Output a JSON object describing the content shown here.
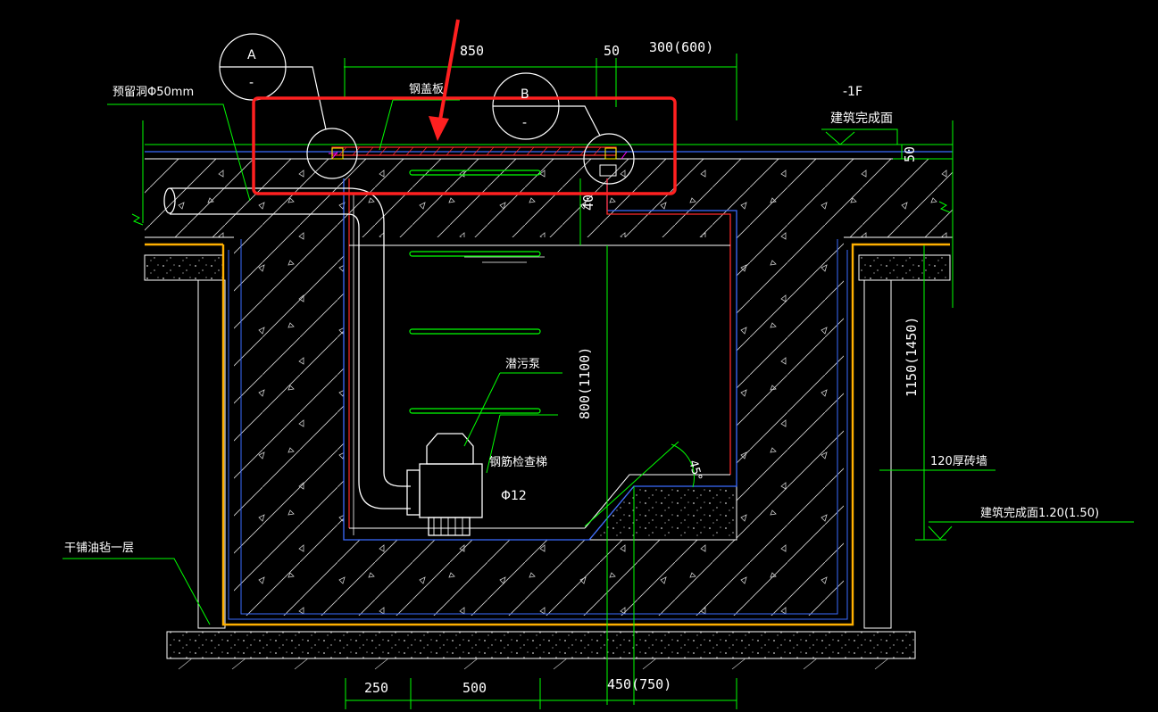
{
  "colors": {
    "background": "#000000",
    "green": "#00ff00",
    "cyan": "#00ffff",
    "blue": "#3a6bff",
    "red": "#ff2a2a",
    "orange": "#ffb000",
    "white": "#ffffff",
    "magenta": "#ff00ff",
    "highlight": "#ff2020"
  },
  "labels": {
    "callout_a": "A",
    "callout_a_sub": "-",
    "callout_b": "B",
    "callout_b_sub": "-",
    "reserved_hole": "预留洞Φ50mm",
    "steel_cover": "钢盖板",
    "floor_level": "-1F",
    "finished_surface_top": "建筑完成面",
    "sewage_pump": "潜污泵",
    "rebar_ladder": "钢筋检查梯",
    "rebar_dia": "Φ12",
    "angle": "45°",
    "brick_wall": "120厚砖墙",
    "finished_surface_bottom": "建筑完成面1.20(1.50)",
    "felt_layer": "干铺油毡一层"
  },
  "dimensions": {
    "top_width": "850",
    "top_gap": "50",
    "top_right": "300(600)",
    "slab_thickness": "50",
    "cover_depth": "40",
    "pit_depth": "800(1100)",
    "wall_height": "1150(1450)",
    "bottom_left": "250",
    "bottom_mid": "500",
    "bottom_right": "450(750)"
  }
}
